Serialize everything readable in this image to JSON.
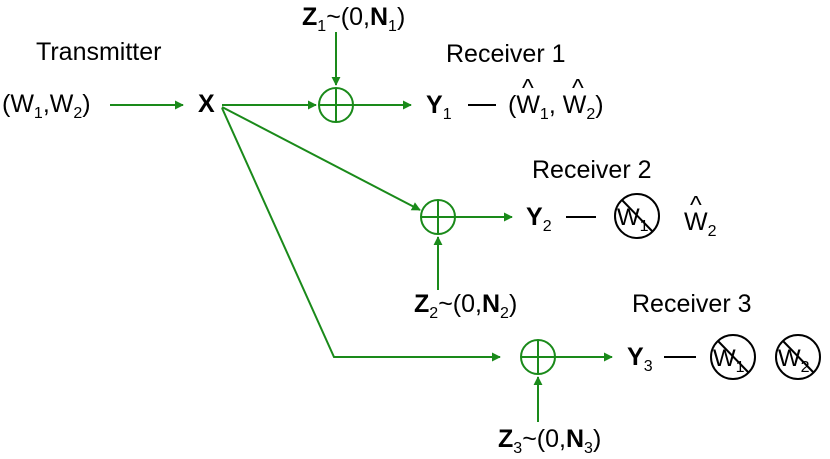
{
  "colors": {
    "signal": "#1a8a1a",
    "text": "#000000"
  },
  "labels": {
    "transmitter": "Transmitter",
    "messages": "(W1,W2)",
    "input": "X",
    "receivers": [
      "Receiver 1",
      "Receiver 2",
      "Receiver 3"
    ],
    "outputs": [
      "Y1",
      "Y2",
      "Y3"
    ],
    "noises": [
      "Z1~(0,N1)",
      "Z2~(0,N2)",
      "Z3~(0,N3)"
    ],
    "decoded": {
      "receiver1": "(Ŵ1, Ŵ2)",
      "receiver2": {
        "blocked": "W1",
        "decoded": "Ŵ2"
      },
      "receiver3": {
        "blocked": [
          "W1",
          "W2"
        ]
      }
    }
  }
}
